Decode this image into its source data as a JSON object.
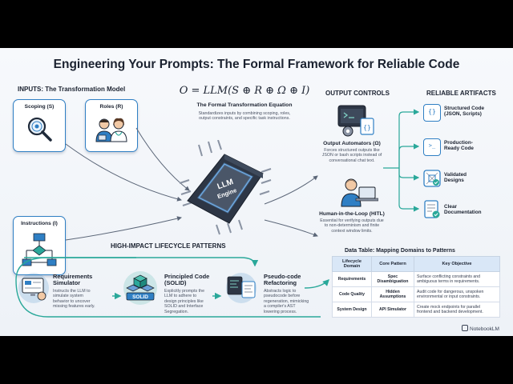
{
  "title": "Engineering Your Prompts: The Formal Framework for Reliable Code",
  "inputs": {
    "heading": "INPUTS: The Transformation Model",
    "scoping": "Scoping (S)",
    "roles": "Roles (R)",
    "instructions": "Instructions (I)"
  },
  "equation": {
    "formula": "O = LLM(S ⊕ R ⊕ Ω ⊕ I)",
    "heading": "The Formal Transformation Equation",
    "desc_l1": "Standardizes inputs by combining scoping, roles,",
    "desc_l2": "output constraints, and specific task instructions."
  },
  "engine": {
    "line1": "LLM",
    "line2": "Engine"
  },
  "output_controls": {
    "heading": "OUTPUT CONTROLS",
    "automators_title": "Output Automators (Ω)",
    "automators_l1": "Forces structured outputs like",
    "automators_l2": "JSON or bash scripts instead of",
    "automators_l3": "conversational chat text.",
    "hitl_title": "Human-in-the-Loop (HITL)",
    "hitl_l1": "Essential for verifying outputs due",
    "hitl_l2": "to non-determinism and finite",
    "hitl_l3": "context window limits."
  },
  "artifacts": {
    "heading": "RELIABLE ARTIFACTS",
    "a1_l1": "Structured Code",
    "a1_l2": "(JSON, Scripts)",
    "a2_l1": "Production-",
    "a2_l2": "Ready Code",
    "a3_l1": "Validated",
    "a3_l2": "Designs",
    "a4_l1": "Clear",
    "a4_l2": "Documentation",
    "icon_json": "{}",
    "icon_code": ">_"
  },
  "lifecycle": {
    "heading": "HIGH-IMPACT LIFECYCLE PATTERNS",
    "p1_title_l1": "Requirements",
    "p1_title_l2": "Simulator",
    "p1_l1": "Instructs the LLM to",
    "p1_l2": "simulate system",
    "p1_l3": "behavior to uncover",
    "p1_l4": "missing features early.",
    "p2_title_l1": "Principled Code",
    "p2_title_l2": "(SOLID)",
    "p2_l1": "Explicitly prompts the",
    "p2_l2": "LLM to adhere to",
    "p2_l3": "design principles like",
    "p2_l4": "SOLID and Interface",
    "p2_l5": "Segregation.",
    "p2_badge": "SOLID",
    "p3_title_l1": "Pseudo-code",
    "p3_title_l2": "Refactoring",
    "p3_l1": "Abstracts logic to",
    "p3_l2": "pseudocode before",
    "p3_l3": "regeneration, mimicking",
    "p3_l4": "a compiler's AST",
    "p3_l5": "lowering process."
  },
  "table": {
    "heading": "Data Table: Mapping Domains to Patterns",
    "h1_l1": "Lifecycle",
    "h1_l2": "Domain",
    "h2": "Core Pattern",
    "h3": "Key Objective",
    "r1_domain": "Requirements",
    "r1_pattern_l1": "Spec",
    "r1_pattern_l2": "Disambiguation",
    "r1_obj_l1": "Surface conflicting constraints and",
    "r1_obj_l2": "ambiguous terms in requirements.",
    "r2_domain": "Code Quality",
    "r2_pattern_l1": "Hidden",
    "r2_pattern_l2": "Assumptions",
    "r2_obj_l1": "Audit code for dangerous, unspoken",
    "r2_obj_l2": "environmental or input constraints.",
    "r3_domain": "System Design",
    "r3_pattern": "API Simulator",
    "r3_obj_l1": "Create mock endpoints for parallel",
    "r3_obj_l2": "frontend and backend development."
  },
  "watermark": "NotebookLM",
  "colors": {
    "accent": "#2f7fc4",
    "teal": "#2aa89a",
    "chip": "#3b4658"
  }
}
